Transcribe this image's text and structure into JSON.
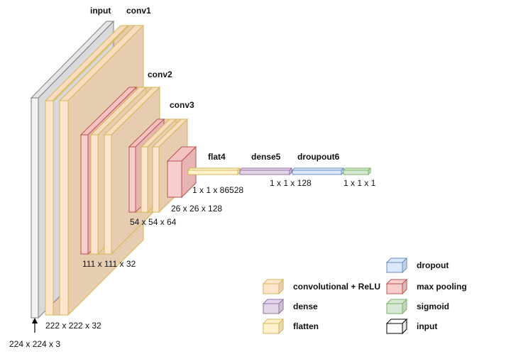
{
  "colors": {
    "input": {
      "front": "#f2f2f2",
      "side": "#d9d9d9",
      "top": "#e6e6e6",
      "stroke": "#7f7f7f"
    },
    "conv": {
      "front": "#ffe6cc",
      "side": "#e8cfb3",
      "top": "#f7dcbf",
      "stroke": "#d6b656",
      "body": "#e6ccb0"
    },
    "pool": {
      "front": "#f8cecc",
      "side": "#e6b4b2",
      "top": "#f4c2c0",
      "stroke": "#b85450"
    },
    "flatten": {
      "front": "#fff2cc",
      "stroke": "#d6b656"
    },
    "dense": {
      "front": "#e1d5e7",
      "stroke": "#9673a6"
    },
    "dropout": {
      "front": "#dae8fc",
      "stroke": "#6c8ebf"
    },
    "sigmoid": {
      "front": "#d5e8d4",
      "stroke": "#82b366"
    },
    "legend_input": {
      "front": "#ffffff",
      "stroke": "#000000"
    }
  },
  "layers": {
    "input": {
      "title": "input",
      "shape": "224 x 224 x 3"
    },
    "conv1": {
      "title": "conv1",
      "shape": "222 x 222 x 32"
    },
    "conv2": {
      "title": "conv2",
      "shape": "111 x 111 x 32"
    },
    "conv3": {
      "title": "conv3",
      "shape": "54 x 54 x 64"
    },
    "pool3": {
      "shape": "26 x 26 x 128"
    },
    "flat4": {
      "title": "flat4",
      "shape": "1 x 1 x 86528"
    },
    "dense5": {
      "title": "dense5",
      "shape": "1 x 1 x 128"
    },
    "dropout6": {
      "title": "droupout6"
    },
    "output": {
      "shape": "1 x 1 x 1"
    }
  },
  "legend": [
    {
      "key": "dropout",
      "label": "dropout"
    },
    {
      "key": "conv",
      "label": "convolutional + ReLU"
    },
    {
      "key": "pool",
      "label": "max pooling"
    },
    {
      "key": "dense",
      "label": "dense"
    },
    {
      "key": "sigmoid",
      "label": "sigmoid"
    },
    {
      "key": "flatten",
      "label": "flatten"
    },
    {
      "key": "legend_input",
      "label": "input"
    }
  ]
}
